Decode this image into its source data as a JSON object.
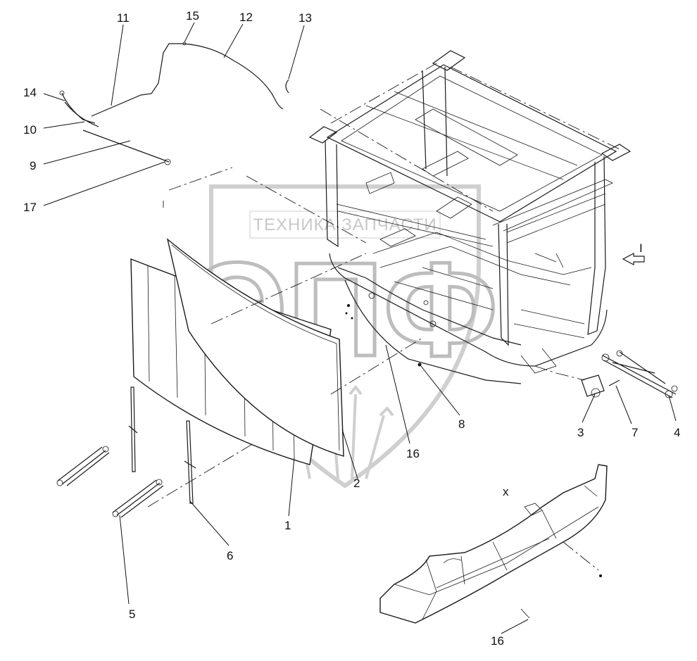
{
  "watermark": {
    "text": "ТЕХНИКА  ЗАПЧАСТИ",
    "logo": "ЭПФ"
  },
  "callouts": [
    {
      "id": "c11",
      "label": "11"
    },
    {
      "id": "c15",
      "label": "15"
    },
    {
      "id": "c12",
      "label": "12"
    },
    {
      "id": "c13",
      "label": "13"
    },
    {
      "id": "c14",
      "label": "14"
    },
    {
      "id": "c10",
      "label": "10"
    },
    {
      "id": "c9",
      "label": "9"
    },
    {
      "id": "c17",
      "label": "17"
    },
    {
      "id": "c3",
      "label": "3"
    },
    {
      "id": "c7",
      "label": "7"
    },
    {
      "id": "c4",
      "label": "4"
    },
    {
      "id": "c8",
      "label": "8"
    },
    {
      "id": "c16a",
      "label": "16"
    },
    {
      "id": "c2",
      "label": "2"
    },
    {
      "id": "c1",
      "label": "1"
    },
    {
      "id": "c6",
      "label": "6"
    },
    {
      "id": "c5",
      "label": "5"
    },
    {
      "id": "c16b",
      "label": "16"
    }
  ],
  "view_arrow_label": "I",
  "section_mark": "x",
  "colors": {
    "line": "#1a1a1a",
    "watermark": "#c8c8c8",
    "background": "#ffffff"
  }
}
